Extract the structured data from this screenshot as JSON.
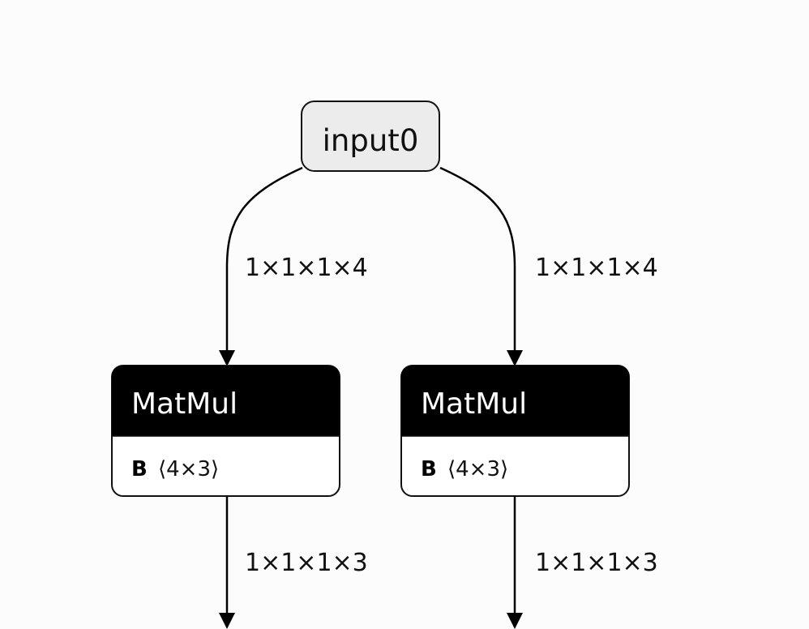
{
  "input_node": {
    "label": "input0"
  },
  "nodes": [
    {
      "title": "MatMul",
      "attr_name": "B",
      "attr_value": "⟨4×3⟩",
      "in_edge_label": "1×1×1×4",
      "out_edge_label": "1×1×1×3"
    },
    {
      "title": "MatMul",
      "attr_name": "B",
      "attr_value": "⟨4×3⟩",
      "in_edge_label": "1×1×1×4",
      "out_edge_label": "1×1×1×3"
    }
  ],
  "colors": {
    "background": "#fcfcfc",
    "input_fill": "#ececec",
    "node_header": "#000000",
    "node_body": "#ffffff",
    "stroke": "#111111"
  }
}
